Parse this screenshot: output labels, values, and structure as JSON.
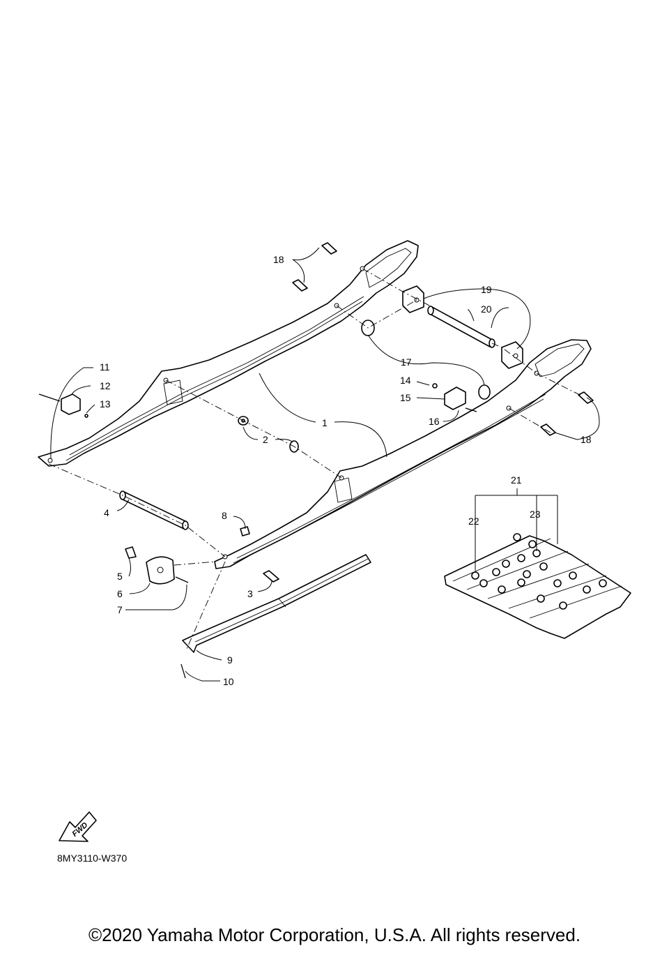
{
  "labels": [
    "1",
    "2",
    "3",
    "4",
    "5",
    "6",
    "7",
    "8",
    "9",
    "10",
    "11",
    "12",
    "13",
    "14",
    "15",
    "16",
    "17",
    "18",
    "18",
    "19",
    "20",
    "21",
    "22",
    "23"
  ],
  "fwd_badge": "FWD",
  "diagram_code": "8MY3110-W370",
  "copyright": "©2020 Yamaha Motor Corporation, U.S.A. All rights reserved."
}
